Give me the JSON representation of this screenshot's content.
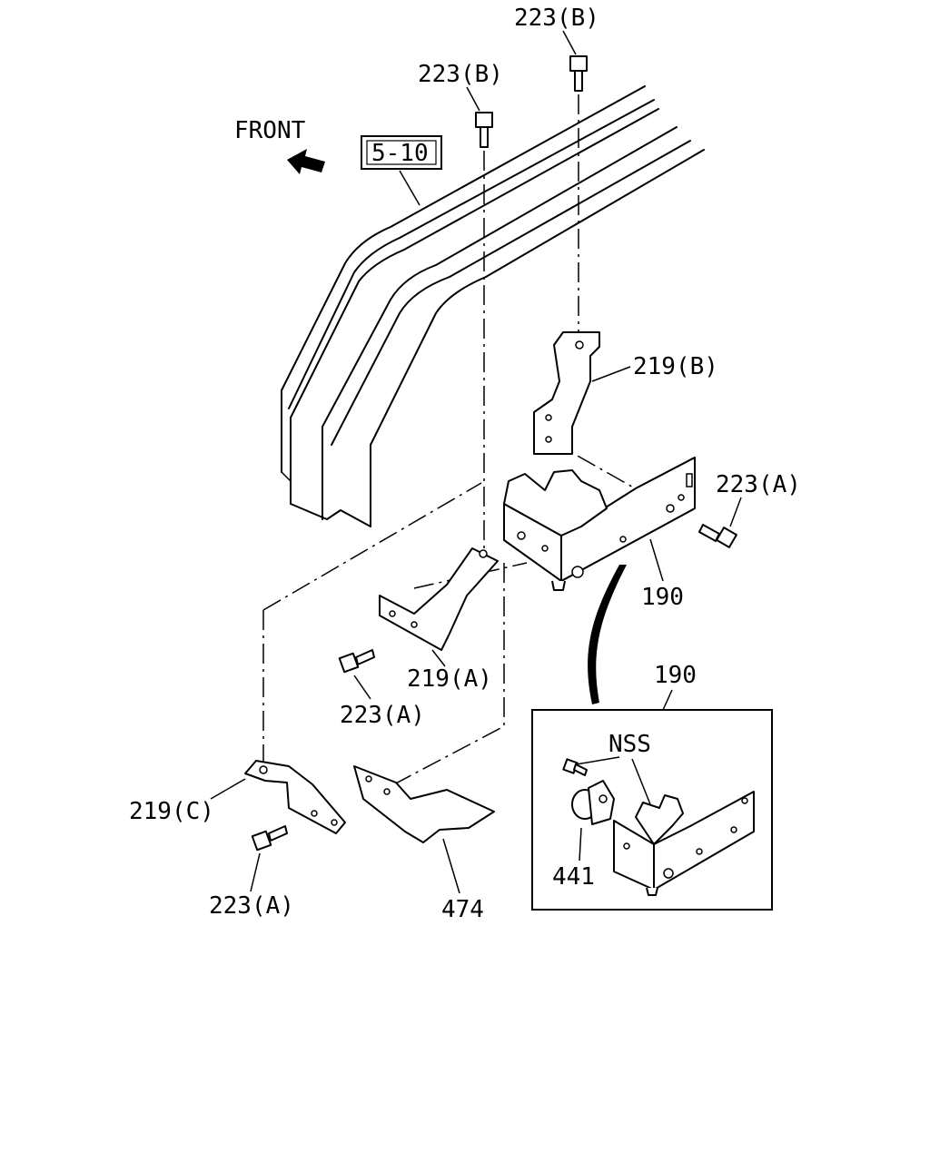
{
  "direction": {
    "label": "FRONT",
    "arrow_icon": "arrow-left-icon"
  },
  "reference": {
    "label": "5-10"
  },
  "callouts": {
    "bolt_b_top": "223(B)",
    "bolt_b_left": "223(B)",
    "bracket_b": "219(B)",
    "bolt_a_right": "223(A)",
    "bracket_main": "190",
    "bracket_a": "219(A)",
    "bolt_a_mid": "223(A)",
    "detail_ref": "190",
    "nss": "NSS",
    "bracket_c": "219(C)",
    "bolt_a_bottom": "223(A)",
    "part_441": "441",
    "part_474": "474"
  }
}
